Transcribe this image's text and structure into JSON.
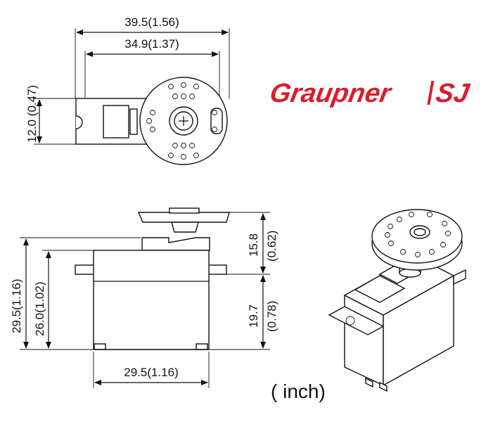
{
  "brand": {
    "logo_text": "Graupner",
    "logo_suffix": "SJ",
    "color": "#d81e2a"
  },
  "dimensions": {
    "overall_width": "39.5(1.56)",
    "mount_spacing": "34.9(1.37)",
    "thickness": "12.0 (0.47)",
    "total_height": "29.5(1.16)",
    "case_height": "26.0(1.02)",
    "horn_height": "15.8",
    "horn_height_in": "(0.62)",
    "flange_height": "19.7",
    "flange_height_in": "(0.78)",
    "body_length": "29.5(1.16)"
  },
  "unit_note": "( inch)"
}
